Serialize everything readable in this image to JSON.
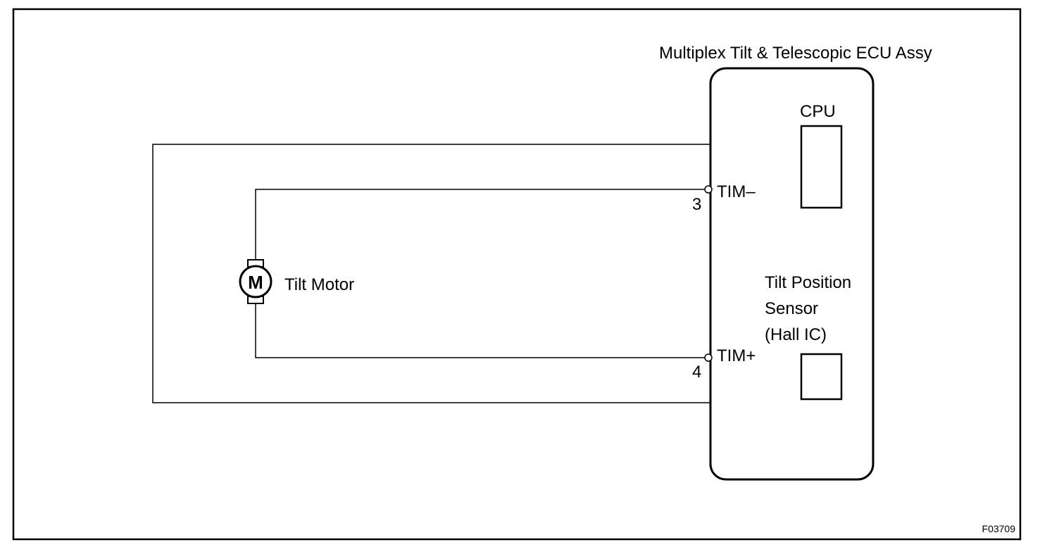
{
  "figure_code": "F03709",
  "ecu": {
    "title": "Multiplex Tilt & Telescopic ECU Assy",
    "cpu_label": "CPU",
    "sensor_label_lines": [
      "Tilt Position",
      "Sensor",
      "(Hall IC)"
    ]
  },
  "motor": {
    "symbol": "M",
    "label": "Tilt Motor"
  },
  "terminals": [
    {
      "name": "TIM–",
      "pin": "3"
    },
    {
      "name": "TIM+",
      "pin": "4"
    }
  ],
  "colors": {
    "line": "#000000",
    "background": "#ffffff"
  }
}
